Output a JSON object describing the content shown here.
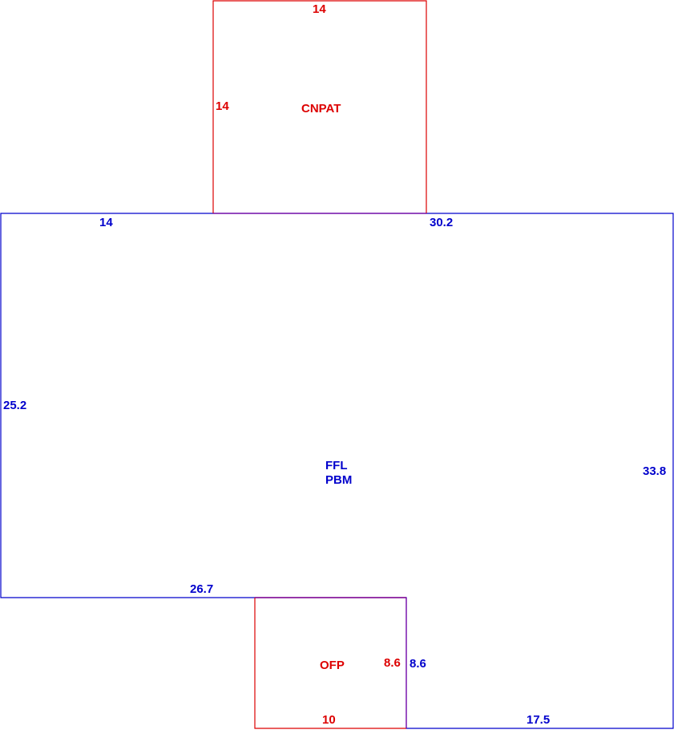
{
  "colors": {
    "main": "#0000cc",
    "addition": "#dd0000",
    "background": "#ffffff"
  },
  "areas": {
    "main": {
      "name_line1": "FFL",
      "name_line2": "PBM",
      "dims": {
        "top_left": "14",
        "top_right": "30.2",
        "left": "25.2",
        "right": "33.8",
        "bottom_left": "26.7",
        "inner_right": "8.6",
        "bottom_right": "17.5"
      }
    },
    "cnpat": {
      "name": "CNPAT",
      "dims": {
        "top": "14",
        "left": "14"
      }
    },
    "ofp": {
      "name": "OFP",
      "dims": {
        "right": "8.6",
        "bottom": "10"
      }
    }
  }
}
